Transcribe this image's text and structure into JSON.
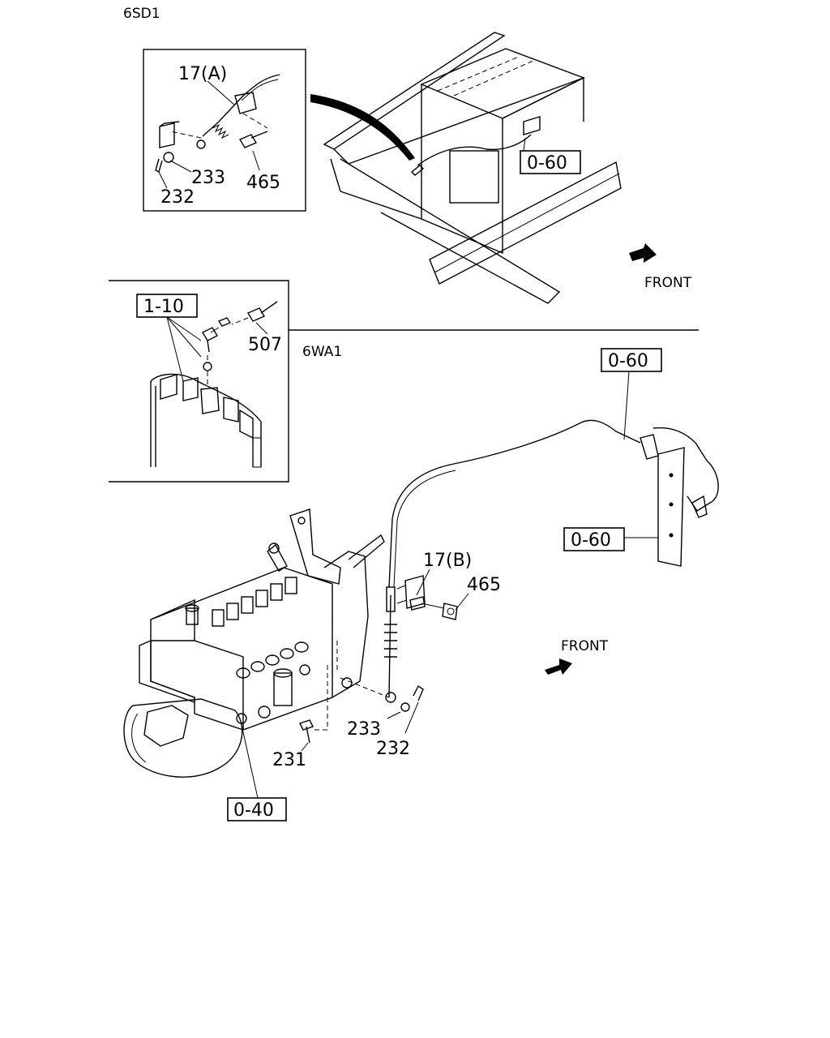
{
  "sections": {
    "top_engine": "6SD1",
    "bottom_engine": "6WA1"
  },
  "callouts": {
    "inset_a_cable": "17(A)",
    "inset_a_washer": "233",
    "inset_a_bolt": "465",
    "inset_a_pin": "232",
    "top_ref_box": "0-60",
    "inset_b_ref_box": "1-10",
    "inset_b_part": "507",
    "cable_ref_box_upper": "0-60",
    "cable_ref_box_lower": "0-60",
    "bracket_cable": "17(B)",
    "bracket_bolt": "465",
    "lower_washer": "233",
    "lower_pin": "232",
    "pump_bolt": "231",
    "pump_ref_box": "0-40"
  },
  "direction": {
    "top_front": "FRONT",
    "bottom_front": "FRONT"
  }
}
